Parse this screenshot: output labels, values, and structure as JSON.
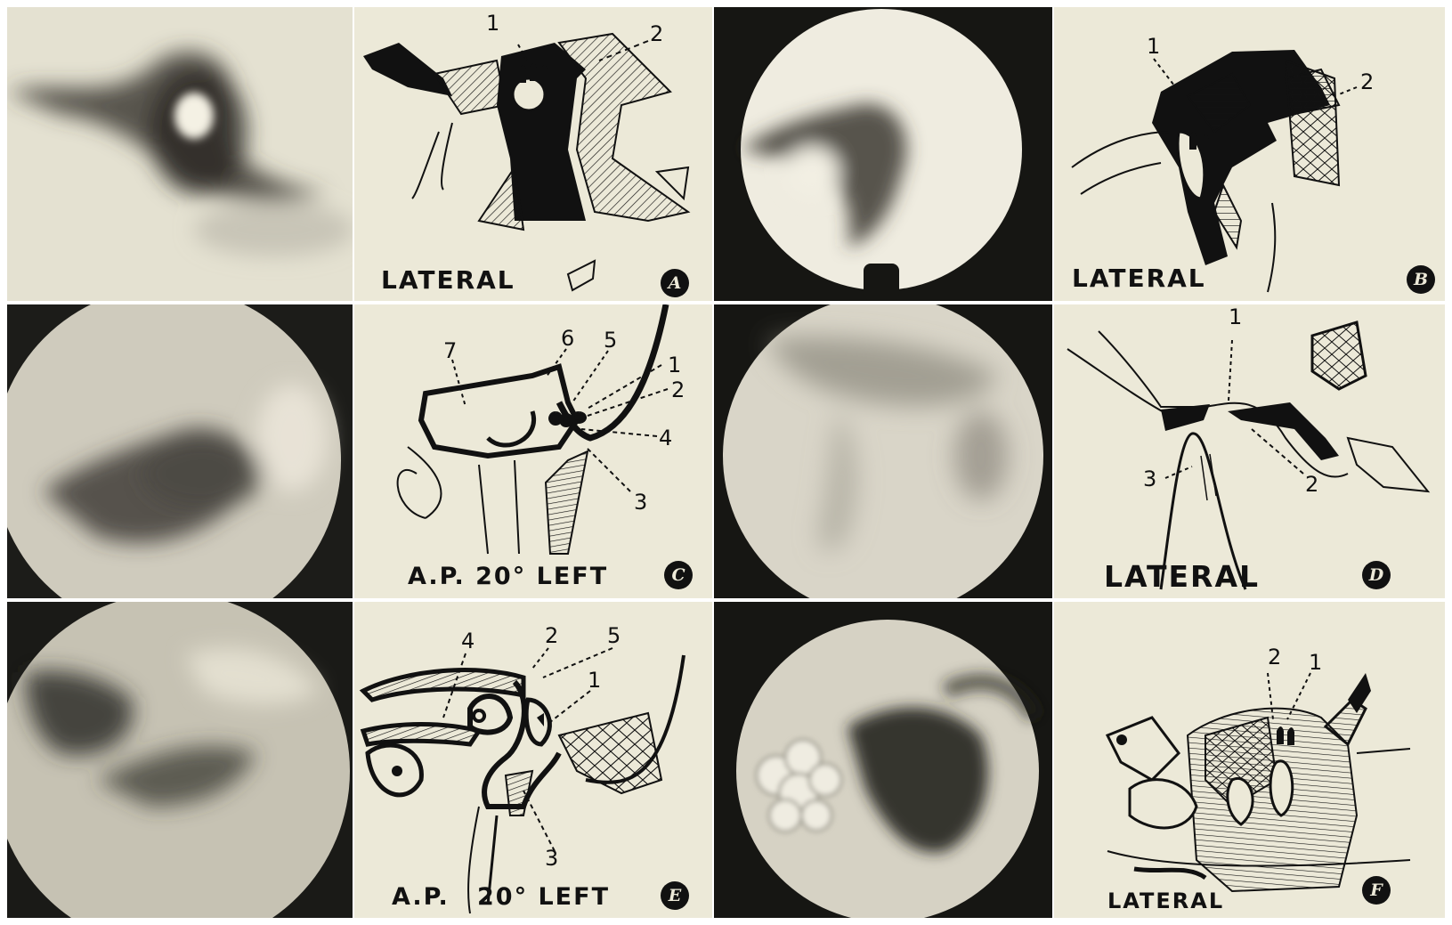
{
  "panels": [
    {
      "letter": "A",
      "view": "LATERAL",
      "numbers": [
        "1",
        "2"
      ]
    },
    {
      "letter": "B",
      "view": "LATERAL",
      "numbers": [
        "1",
        "2"
      ]
    },
    {
      "letter": "C",
      "view": "A.P. 20° LEFT",
      "numbers": [
        "1",
        "2",
        "3",
        "4",
        "5",
        "6",
        "7"
      ]
    },
    {
      "letter": "D",
      "view": "LATERAL",
      "numbers": [
        "1",
        "2",
        "3"
      ]
    },
    {
      "letter": "E",
      "view_left": "A.P.",
      "view_right": "20° LEFT",
      "numbers": [
        "1",
        "2",
        "3",
        "4",
        "5"
      ]
    },
    {
      "letter": "F",
      "view": "LATERAL",
      "numbers": [
        "1",
        "2"
      ]
    }
  ]
}
